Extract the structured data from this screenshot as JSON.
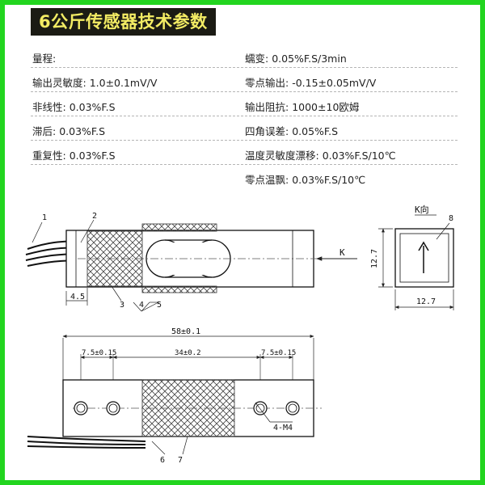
{
  "title": "6公斤传感器技术参数",
  "specs_left": [
    {
      "label": "量程:",
      "value": ""
    },
    {
      "label": "输出灵敏度:",
      "value": "1.0±0.1mV/V"
    },
    {
      "label": "非线性:",
      "value": "0.03%F.S"
    },
    {
      "label": "滞后:",
      "value": "0.03%F.S"
    },
    {
      "label": "重复性:",
      "value": "0.03%F.S"
    }
  ],
  "specs_right": [
    {
      "label": "蠕变:",
      "value": "0.05%F.S/3min"
    },
    {
      "label": "零点输出:",
      "value": "-0.15±0.05mV/V"
    },
    {
      "label": "输出阻抗:",
      "value": "1000±10欧姆"
    },
    {
      "label": "四角误差:",
      "value": "0.05%F.S"
    },
    {
      "label": "温度灵敏度漂移:",
      "value": "0.03%F.S/10℃"
    },
    {
      "label": "零点温飘:",
      "value": "0.03%F.S/10℃"
    }
  ],
  "drawing": {
    "callout_1": "1",
    "callout_2": "2",
    "callout_3": "3",
    "callout_4": "4",
    "callout_5": "5",
    "callout_6": "6",
    "callout_7": "7",
    "callout_8": "8",
    "dim_4_5": "4.5",
    "force_label_k": "K",
    "end_view_label": "K向",
    "dim_end_height": "12.7",
    "dim_end_width": "12.7",
    "dim_total_length": "58±0.1",
    "dim_left_hole_spacing": "7.5±0.15",
    "dim_center_span": "34±0.2",
    "dim_right_hole_spacing": "7.5±0.15",
    "hole_spec": "4-M4"
  },
  "colors": {
    "frame_border": "#22d51f",
    "title_bg": "#1b1b14",
    "title_text": "#f3ec64"
  }
}
